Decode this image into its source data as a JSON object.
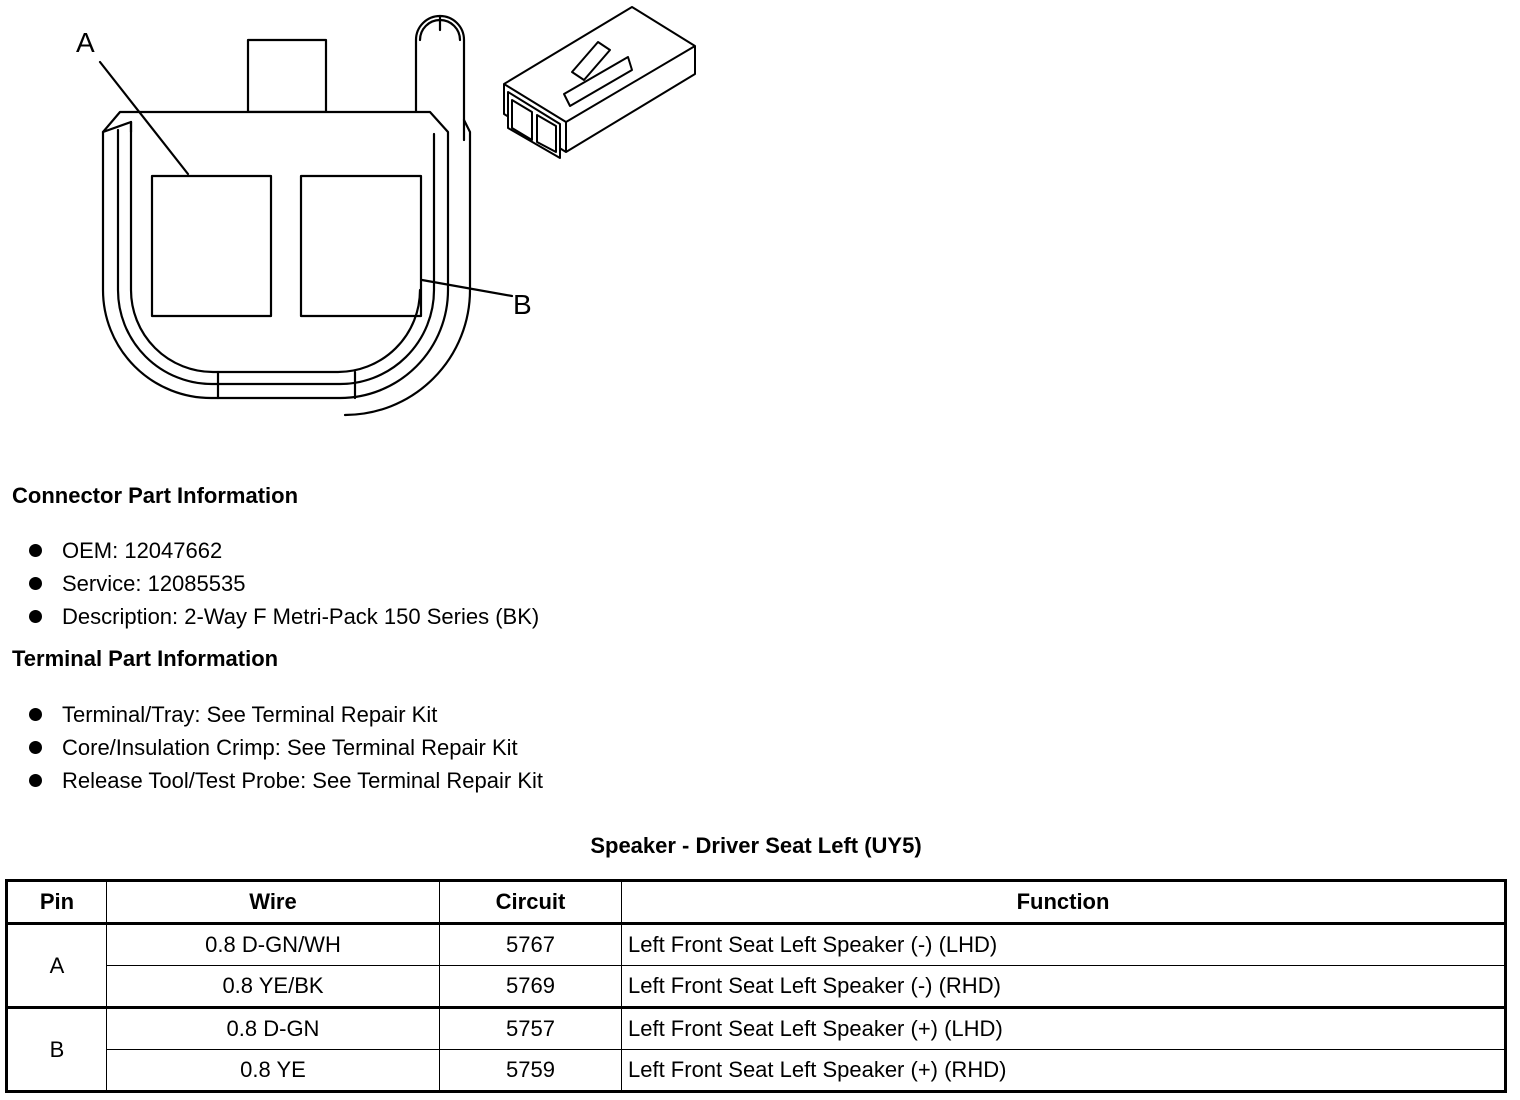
{
  "diagram": {
    "label_a": "A",
    "label_b": "B"
  },
  "connector_info": {
    "heading": "Connector Part Information",
    "items": [
      "OEM: 12047662",
      "Service: 12085535",
      "Description: 2-Way F Metri-Pack 150 Series (BK)"
    ]
  },
  "terminal_info": {
    "heading": "Terminal Part Information",
    "items": [
      "Terminal/Tray: See Terminal Repair Kit",
      "Core/Insulation Crimp: See Terminal Repair Kit",
      "Release Tool/Test Probe: See Terminal Repair Kit"
    ]
  },
  "table": {
    "title": "Speaker - Driver Seat Left (UY5)",
    "headers": [
      "Pin",
      "Wire",
      "Circuit",
      "Function"
    ],
    "rows": [
      {
        "pin": "A",
        "wire": "0.8 D-GN/WH",
        "circuit": "5767",
        "function": "Left Front Seat Left Speaker (-) (LHD)"
      },
      {
        "pin": "A",
        "wire": "0.8 YE/BK",
        "circuit": "5769",
        "function": "Left Front Seat Left Speaker (-) (RHD)"
      },
      {
        "pin": "B",
        "wire": "0.8 D-GN",
        "circuit": "5757",
        "function": "Left Front Seat Left Speaker (+) (LHD)"
      },
      {
        "pin": "B",
        "wire": "0.8 YE",
        "circuit": "5759",
        "function": "Left Front Seat Left Speaker (+) (RHD)"
      }
    ]
  }
}
